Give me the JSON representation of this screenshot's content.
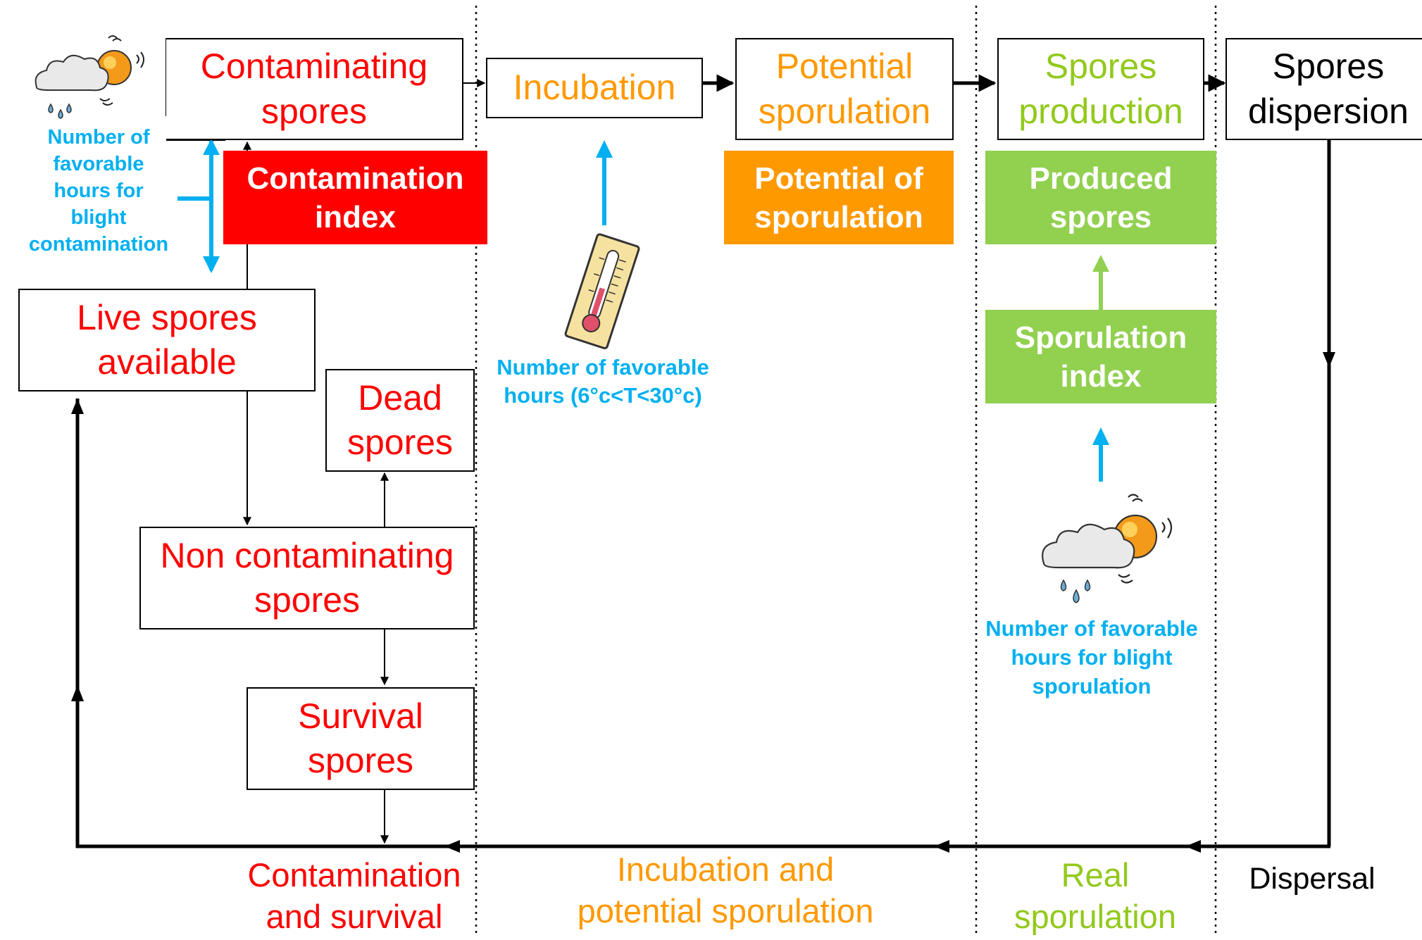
{
  "colors": {
    "red": "#ff0000",
    "orange": "#ff9900",
    "green": "#92d050",
    "cyan": "#00b0f0",
    "black": "#000000"
  },
  "stages": {
    "contaminating": [
      "Contaminating",
      "spores"
    ],
    "incubation": [
      "Incubation"
    ],
    "potential_sporulation": [
      "Potential",
      "sporulation"
    ],
    "spores_production": [
      "Spores",
      "production"
    ],
    "spores_dispersion": [
      "Spores",
      "dispersion"
    ],
    "live_spores": [
      "Live spores",
      "available"
    ],
    "dead_spores": [
      "Dead",
      "spores"
    ],
    "non_contaminating": [
      "Non contaminating",
      "spores"
    ],
    "survival_spores": [
      "Survival",
      "spores"
    ]
  },
  "indices": {
    "contamination_index": [
      "Contamination",
      "index"
    ],
    "potential_of_sporulation": [
      "Potential  of",
      "sporulation"
    ],
    "produced_spores": [
      "Produced",
      "spores"
    ],
    "sporulation_index": [
      "Sporulation",
      "index"
    ]
  },
  "inputs": {
    "blight_contamination": [
      "Number of",
      "favorable",
      "hours for",
      "blight",
      "contamination"
    ],
    "temperature": [
      "Number of favorable",
      "hours (6°c<T<30°c)"
    ],
    "blight_sporulation": [
      "Number of favorable",
      "hours for blight",
      "sporulation"
    ]
  },
  "icons": {
    "weather_top_left": "cloud-sun-rain-icon",
    "thermometer": "thermometer-icon",
    "weather_right": "cloud-sun-rain-icon"
  },
  "phases": {
    "contamination_survival": [
      "Contamination",
      "and survival"
    ],
    "incubation_potential": [
      "Incubation  and",
      "potential  sporulation"
    ],
    "real_sporulation": [
      "Real",
      "sporulation"
    ],
    "dispersal": [
      "Dispersal"
    ]
  }
}
